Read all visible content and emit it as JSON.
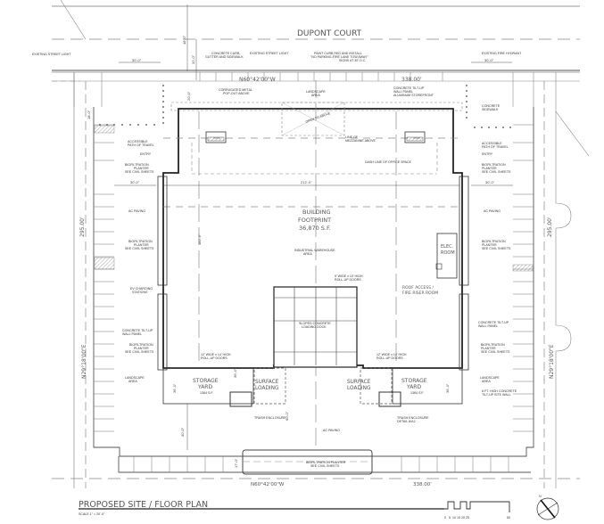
{
  "street": {
    "name": "DUPONT COURT"
  },
  "title": {
    "main": "PROPOSED SITE / FLOOR PLAN",
    "scale": "SCALE 1\" = 20'-0\""
  },
  "building": {
    "line1": "BUILDING",
    "line2": "FOOTPRINT",
    "area": "36,870 S.F.",
    "width_dim": "212'-0\"",
    "depth_dim": "182'-6\""
  },
  "bearings": {
    "top": "N60°42'00\"W",
    "top_len": "338.00'",
    "bottom": "N60°42'00\"W",
    "bottom_len": "338.00'",
    "left": "N29°18'00\"E",
    "left_len": "295.00'",
    "right": "N29°18'00\"E",
    "right_len": "295.00'"
  },
  "rooms": {
    "elec": [
      "ELEC.",
      "ROOM"
    ],
    "roof_access": [
      "ROOF ACCESS /",
      "FIRE RISER ROOM"
    ],
    "storage_left": {
      "l1": "STORAGE",
      "l2": "YARD",
      "area": "1364 S.F."
    },
    "storage_right": {
      "l1": "STORAGE",
      "l2": "YARD",
      "area": "1364 S.F."
    },
    "surface_left": [
      "SURFACE",
      "LOADING"
    ],
    "surface_right": [
      "SURFACE",
      "LOADING"
    ]
  },
  "notes": {
    "existing_street_light_1": "EXISTING STREET LIGHT",
    "existing_street_light_2": "EXISTING STREET LIGHT",
    "concrete_curb": [
      "CONCRETE CURB,",
      "GUTTER AND SIDEWALK"
    ],
    "paint_curb": [
      "PAINT CURB RED AND INSTALL",
      "\"NO PARKING-FIRE LANE TOW AWAY\"",
      "SIGNS AT 30' O.C."
    ],
    "fire_hydrant": "EXISTING FIRE HYDRANT",
    "corrugated": [
      "CORRUGATED METAL",
      "POP-OUT ABOVE"
    ],
    "landscape_top": [
      "LANDSCAPE",
      "AREA"
    ],
    "tilt_up_top": [
      "CONCRETE TILT-UP",
      "WALL PANEL",
      "ALUMINUM STOREFRONT"
    ],
    "concrete_sidewalk": [
      "CONCRETE",
      "SIDEWALK"
    ],
    "open_to_above": "OPEN TO ABOVE",
    "mezzanine": [
      "LINE OF",
      "MEZZANINE ABOVE"
    ],
    "office_space": "DASH LINE OF OFFICE SPACE",
    "accessible_left": [
      "ACCESSIBLE",
      "PATH OF TRAVEL"
    ],
    "accessible_right": [
      "ACCESSIBLE",
      "PATH OF TRAVEL"
    ],
    "entry_left": "ENTRY",
    "entry_right": "ENTRY",
    "bio_left_top": [
      "BIOFILTRATION",
      "PLANTER",
      "SEE CIVIL SHEETS"
    ],
    "bio_right_top": [
      "BIOFILTRATION",
      "PLANTER",
      "SEE CIVIL SHEETS"
    ],
    "ac_left": "AC PAVING",
    "ac_right": "AC PAVING",
    "ac_bottom": "AC PAVING",
    "bio_left_mid": [
      "BIOFILTRATION",
      "PLANTER",
      "SEE CIVIL SHEETS"
    ],
    "bio_right_mid": [
      "BIOFILTRATION",
      "PLANTER",
      "SEE CIVIL SHEETS"
    ],
    "ev": [
      "EV CHARGING",
      "STATIONS"
    ],
    "tilt_left": [
      "CONCRETE TILT-UP",
      "WALL PANEL"
    ],
    "tilt_right": [
      "CONCRETE TILT-UP",
      "WALL PANEL"
    ],
    "bio_left_low": [
      "BIOFILTRATION",
      "PLANTER",
      "SEE CIVIL SHEETS"
    ],
    "bio_right_low": [
      "BIOFILTRATION",
      "PLANTER",
      "SEE CIVIL SHEETS"
    ],
    "landscape_left": [
      "LANDSCAPE",
      "AREA"
    ],
    "landscape_right": [
      "LANDSCAPE",
      "AREA"
    ],
    "wall_right": [
      "6 FT. HIGH CONCRETE",
      "TILT-UP SITE WALL"
    ],
    "warehouse": [
      "INDUSTRIAL WAREHOUSE",
      "AREA"
    ],
    "rollup_9": [
      "9' WIDE x 10' HIGH",
      "ROLL-UP DOORS"
    ],
    "rollup_12_left": [
      "12' WIDE x 14' HIGH",
      "ROLL-UP DOORS"
    ],
    "rollup_12_right": [
      "12' WIDE x 14' HIGH",
      "ROLL-UP DOORS"
    ],
    "loading_dock": [
      "SLOPED CONCRETE",
      "LOADING DOCK"
    ],
    "trash_left": "TRASH ENCLOSURE",
    "trash_right": [
      "TRASH ENCLOSURE",
      "DETAIL 8/A2"
    ],
    "bio_bottom": [
      "BIOFILTRATION PLANTER",
      "SEE CIVIL SHEETS"
    ]
  },
  "dims": {
    "top_left_30": "30'-0\"",
    "top_right_30": "30'-0\"",
    "left_30": "30'-0\"",
    "right_30": "30'-0\"",
    "d48": "48'-0\"",
    "d32": "32'-0\"",
    "d20": "20'-0\"",
    "d5": "5'-0\"",
    "d18": "18'-0\"",
    "d40": "40'-0\"",
    "d17": "17'-0\"",
    "d36": "36'-4\"",
    "d30b": "30'-0\"",
    "d60": "60'-0\""
  },
  "scale_bar": {
    "ticks": [
      "0",
      "5",
      "10",
      "15",
      "20",
      "25",
      "50"
    ]
  },
  "north": {
    "label": "N"
  }
}
